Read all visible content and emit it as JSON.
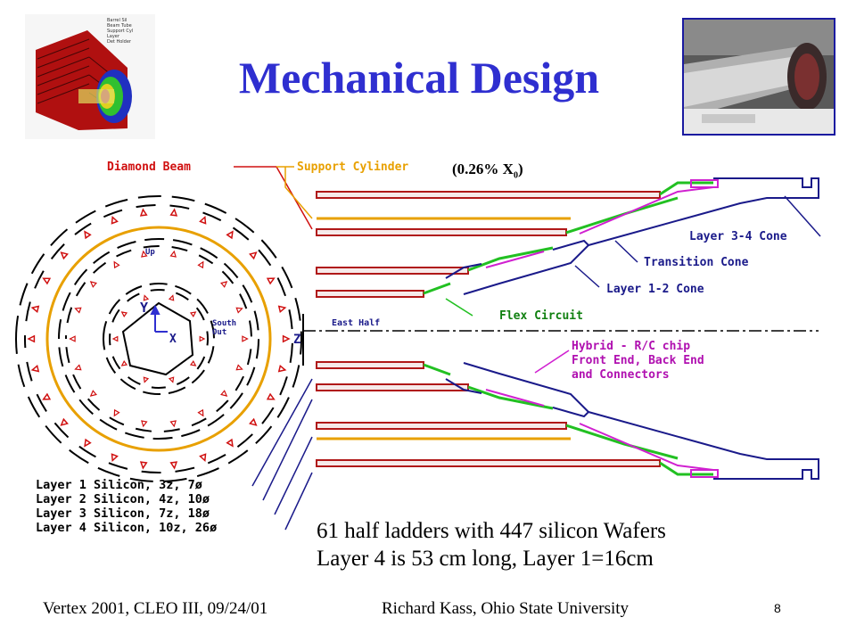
{
  "slide": {
    "title": "Mechanical Design",
    "page_number": "8"
  },
  "photos": {
    "left_label_lines": [
      "Barrel Sil",
      "Beam Tube",
      "Support Cyl",
      "Layer",
      "Det Holder"
    ]
  },
  "labels": {
    "diamond_beam": "Diamond Beam",
    "support_cylinder": "Support Cylinder",
    "x0_prefix": "(0.26% X",
    "x0_sub": "0",
    "x0_suffix": ")",
    "layer_34_cone": "Layer 3-4 Cone",
    "transition_cone": "Transition Cone",
    "layer_12_cone": "Layer 1-2 Cone",
    "flex_circuit": "Flex Circuit",
    "east_half": "East Half",
    "hybrid_line1": "Hybrid - R/C chip",
    "hybrid_line2": "Front End, Back End",
    "hybrid_line3": "and Connectors",
    "axis_up": "Up",
    "axis_y": "Y",
    "axis_x": "X",
    "axis_z": "Z",
    "axis_south": "South",
    "axis_out": "Out"
  },
  "layers": [
    "Layer 1 Silicon, 3z, 7ø",
    "Layer 2 Silicon, 4z, 10ø",
    "Layer 3 Silicon, 7z, 18ø",
    "Layer 4 Silicon, 10z, 26ø"
  ],
  "caption": {
    "line1": "61 half ladders with 447 silicon Wafers",
    "line2": "Layer 4 is 53 cm long, Layer 1=16cm"
  },
  "footer": {
    "left": "Vertex 2001, CLEO III, 09/24/01",
    "center": "Richard Kass, Ohio State University"
  },
  "colors": {
    "title": "#2f2fd0",
    "diamond_beam": "#d01010",
    "support_cylinder": "#e8a000",
    "ladder": "#b01818",
    "flex": "#22c022",
    "hybrid": "#d020d0",
    "cone": "#1a1a8a"
  },
  "icons": {
    "left_photo": "detector-3d-cutaway-image",
    "right_photo": "detector-hardware-photo"
  }
}
